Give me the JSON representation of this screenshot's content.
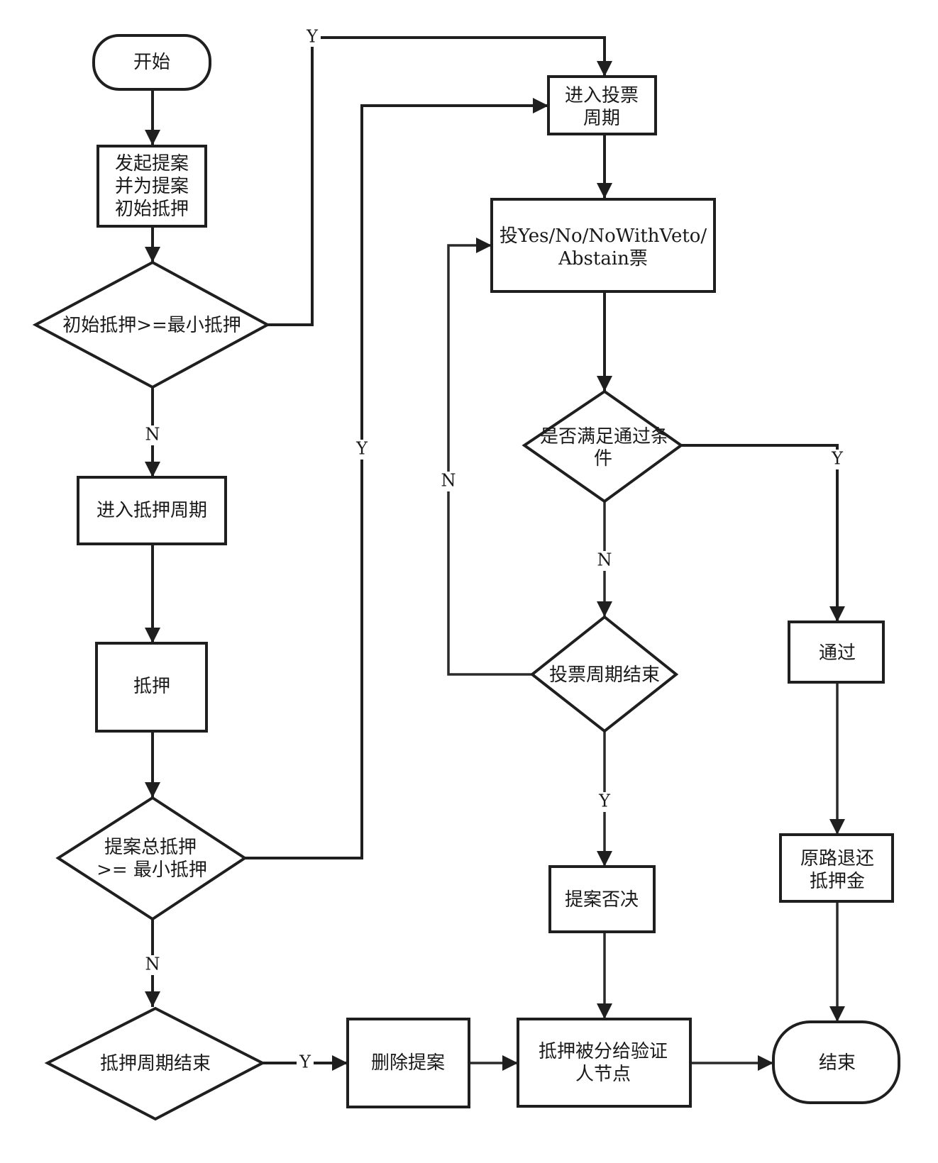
{
  "nodes": {
    "start": {
      "lines": [
        "开始"
      ]
    },
    "initiate": {
      "lines": [
        "发起提案",
        "并为提案",
        "初始抵押"
      ]
    },
    "check_initial": {
      "lines": [
        "初始抵押>=最小抵押"
      ]
    },
    "deposit_period": {
      "lines": [
        "进入抵押周期"
      ]
    },
    "deposit": {
      "lines": [
        "抵押"
      ]
    },
    "check_total": {
      "lines": [
        "提案总抵押",
        ">= 最小抵押"
      ]
    },
    "deposit_end": {
      "lines": [
        "抵押周期结束"
      ]
    },
    "delete": {
      "lines": [
        "删除提案"
      ]
    },
    "voting_period": {
      "lines": [
        "进入投票",
        "周期"
      ]
    },
    "vote": {
      "lines": [
        "投Yes/No/NoWithVeto/",
        "Abstain票"
      ]
    },
    "check_pass": {
      "lines": [
        "是否满足通过条",
        "件"
      ]
    },
    "voting_end": {
      "lines": [
        "投票周期结束"
      ]
    },
    "rejected": {
      "lines": [
        "提案否决"
      ]
    },
    "distribute": {
      "lines": [
        "抵押被分给验证",
        "人节点"
      ]
    },
    "passed": {
      "lines": [
        "通过"
      ]
    },
    "refund": {
      "lines": [
        "原路退还",
        "抵押金"
      ]
    },
    "end": {
      "lines": [
        "结束"
      ]
    }
  },
  "edge_labels": {
    "initial_yes": "Y",
    "initial_no": "N",
    "total_yes": "Y",
    "total_no": "N",
    "deposit_end_yes": "Y",
    "pass_yes": "Y",
    "pass_no": "N",
    "voting_end_no": "N",
    "voting_end_yes": "Y"
  },
  "colors": {
    "stroke": "#1f1f1f",
    "text": "#1a1a1a",
    "background": "#ffffff"
  }
}
